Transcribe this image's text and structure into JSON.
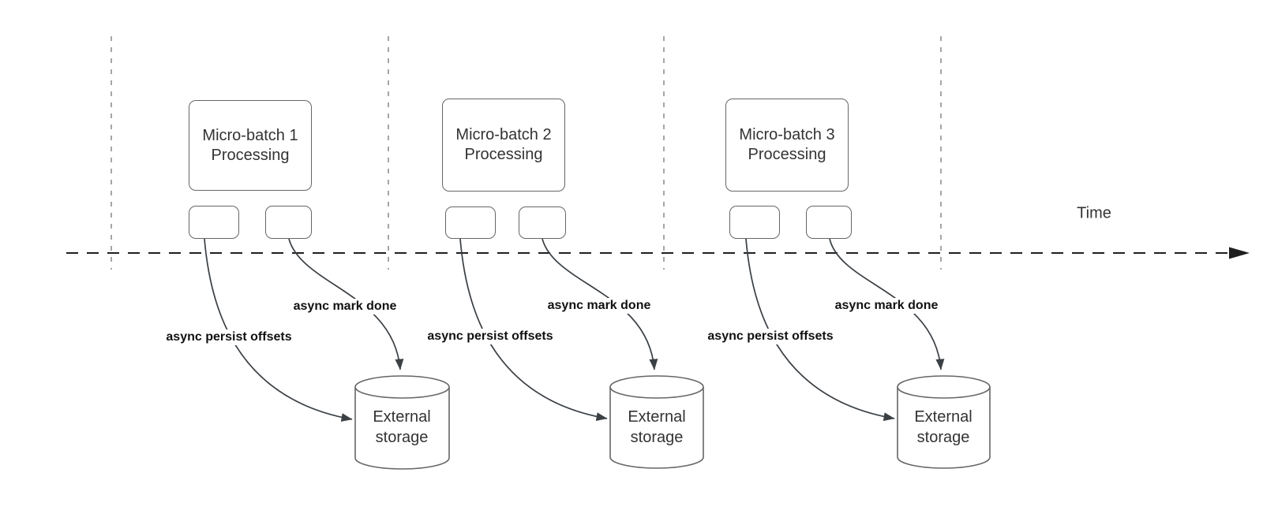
{
  "diagram": {
    "time_axis": {
      "label": "Time"
    },
    "batches": [
      {
        "box_title_line1": "Micro-batch 1",
        "box_title_line2": "Processing",
        "persist_arrow_label": "async persist offsets",
        "mark_done_arrow_label": "async mark done",
        "storage_line1": "External",
        "storage_line2": "storage"
      },
      {
        "box_title_line1": "Micro-batch 2",
        "box_title_line2": "Processing",
        "persist_arrow_label": "async persist offsets",
        "mark_done_arrow_label": "async mark done",
        "storage_line1": "External",
        "storage_line2": "storage"
      },
      {
        "box_title_line1": "Micro-batch 3",
        "box_title_line2": "Processing",
        "persist_arrow_label": "async persist offsets",
        "mark_done_arrow_label": "async mark done",
        "storage_line1": "External",
        "storage_line2": "storage"
      }
    ],
    "colors": {
      "background": "#ffffff",
      "shape_stroke": "#666666",
      "arrow_stroke": "#3b4045",
      "grid_line": "#a6a6a6",
      "timeline": "#1f1f1f",
      "shape_text": "#333333",
      "edge_label_text": "#111111"
    }
  }
}
